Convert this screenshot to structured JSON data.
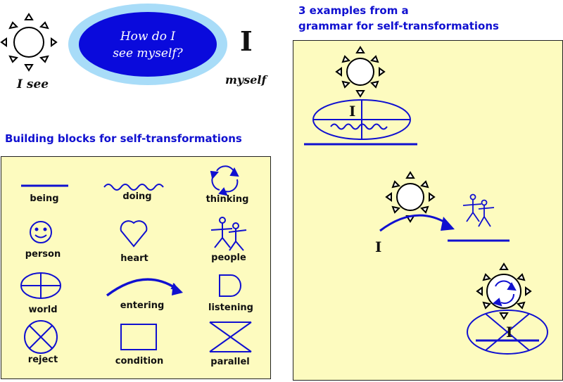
{
  "header": {
    "i_see": "I see",
    "bubble_line1": "How do I",
    "bubble_line2": "see myself?",
    "big_i": "I",
    "myself": "myself"
  },
  "blocks": {
    "title": "Building blocks for self-transformations",
    "items": [
      {
        "label": "being"
      },
      {
        "label": "doing"
      },
      {
        "label": "thinking"
      },
      {
        "label": "person"
      },
      {
        "label": "heart"
      },
      {
        "label": "people"
      },
      {
        "label": "world"
      },
      {
        "label": "entering"
      },
      {
        "label": "listening"
      },
      {
        "label": "reject"
      },
      {
        "label": "condition"
      },
      {
        "label": "parallel"
      }
    ]
  },
  "examples": {
    "title_line1": "3 examples from a",
    "title_line2": "grammar for self-transformations",
    "ex1_i": "I",
    "ex2_i": "I",
    "ex3_i": "I"
  },
  "colors": {
    "blue": "#1010d0",
    "panel": "#fdfbbf",
    "bubble_outer": "#a8dcf8",
    "bubble_inner": "#0a0adc"
  }
}
